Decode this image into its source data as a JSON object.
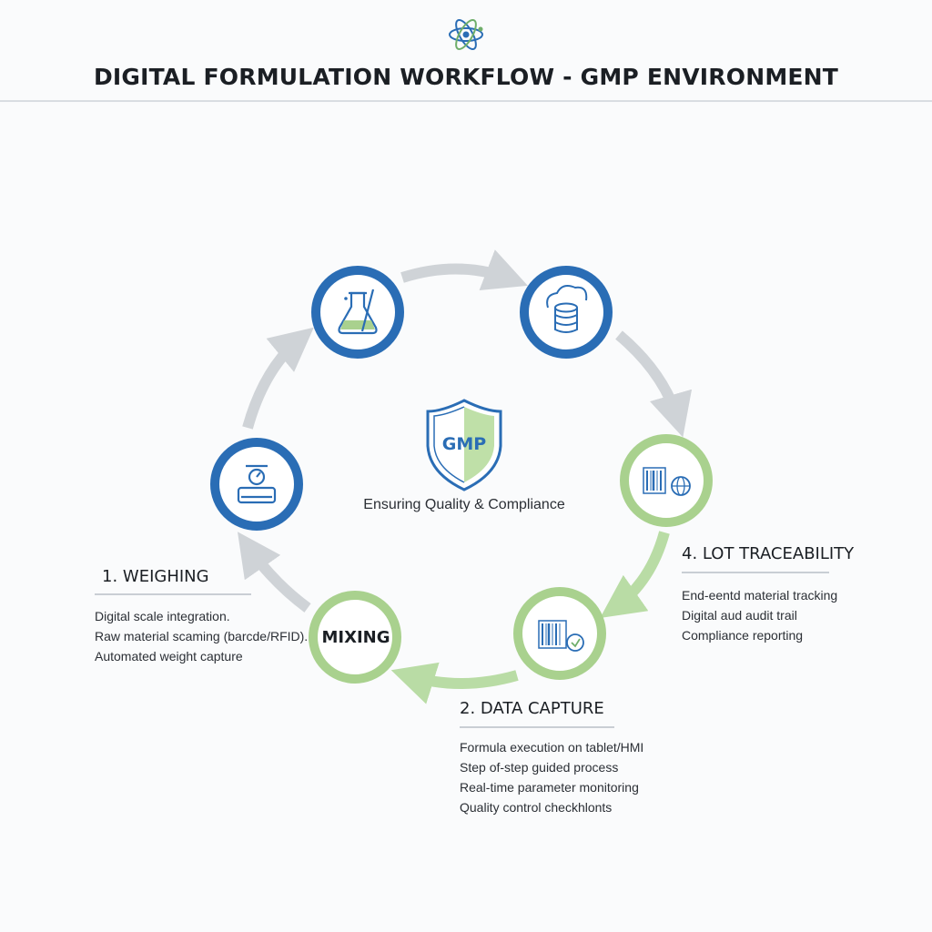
{
  "header": {
    "title": "DIGITAL FORMULATION WORKFLOW - GMP ENVIRONMENT",
    "logo_icon": "atom-icon"
  },
  "center": {
    "badge_text": "GMP",
    "caption": "Ensuring Quality & Compliance",
    "icon": "shield-icon"
  },
  "nodes": [
    {
      "id": "weighing",
      "icon": "scale-icon",
      "ring_color": "#2a6db5"
    },
    {
      "id": "lab",
      "icon": "flask-icon",
      "ring_color": "#2a6db5"
    },
    {
      "id": "cloud",
      "icon": "cloud-database-icon",
      "ring_color": "#2a6db5"
    },
    {
      "id": "traceability",
      "icon": "barcode-globe-icon",
      "ring_color": "#a9d18e"
    },
    {
      "id": "capture",
      "icon": "barcode-scan-icon",
      "ring_color": "#a9d18e"
    },
    {
      "id": "mixing",
      "label": "MIXING",
      "ring_color": "#a9d18e"
    }
  ],
  "steps": {
    "weighing": {
      "title": "1. WEIGHING",
      "items": [
        "Digital scale integration.",
        "Raw material scaming (barcde/RFID).",
        "Automated weight capture"
      ]
    },
    "capture": {
      "title": "2. DATA CAPTURE",
      "items": [
        "Formula execution on tablet/HMI",
        "Step of-step guided process",
        "Real-time parameter monitoring",
        "Quality control checkhlonts"
      ]
    },
    "traceability": {
      "title": "4. LOT TRACEABILITY",
      "items": [
        "End-eentd material tracking",
        "Digital aud audit trail",
        "Compliance reporting"
      ]
    }
  },
  "colors": {
    "blue": "#2a6db5",
    "green": "#a9d18e",
    "arrow_gray": "#cfd3d7"
  }
}
